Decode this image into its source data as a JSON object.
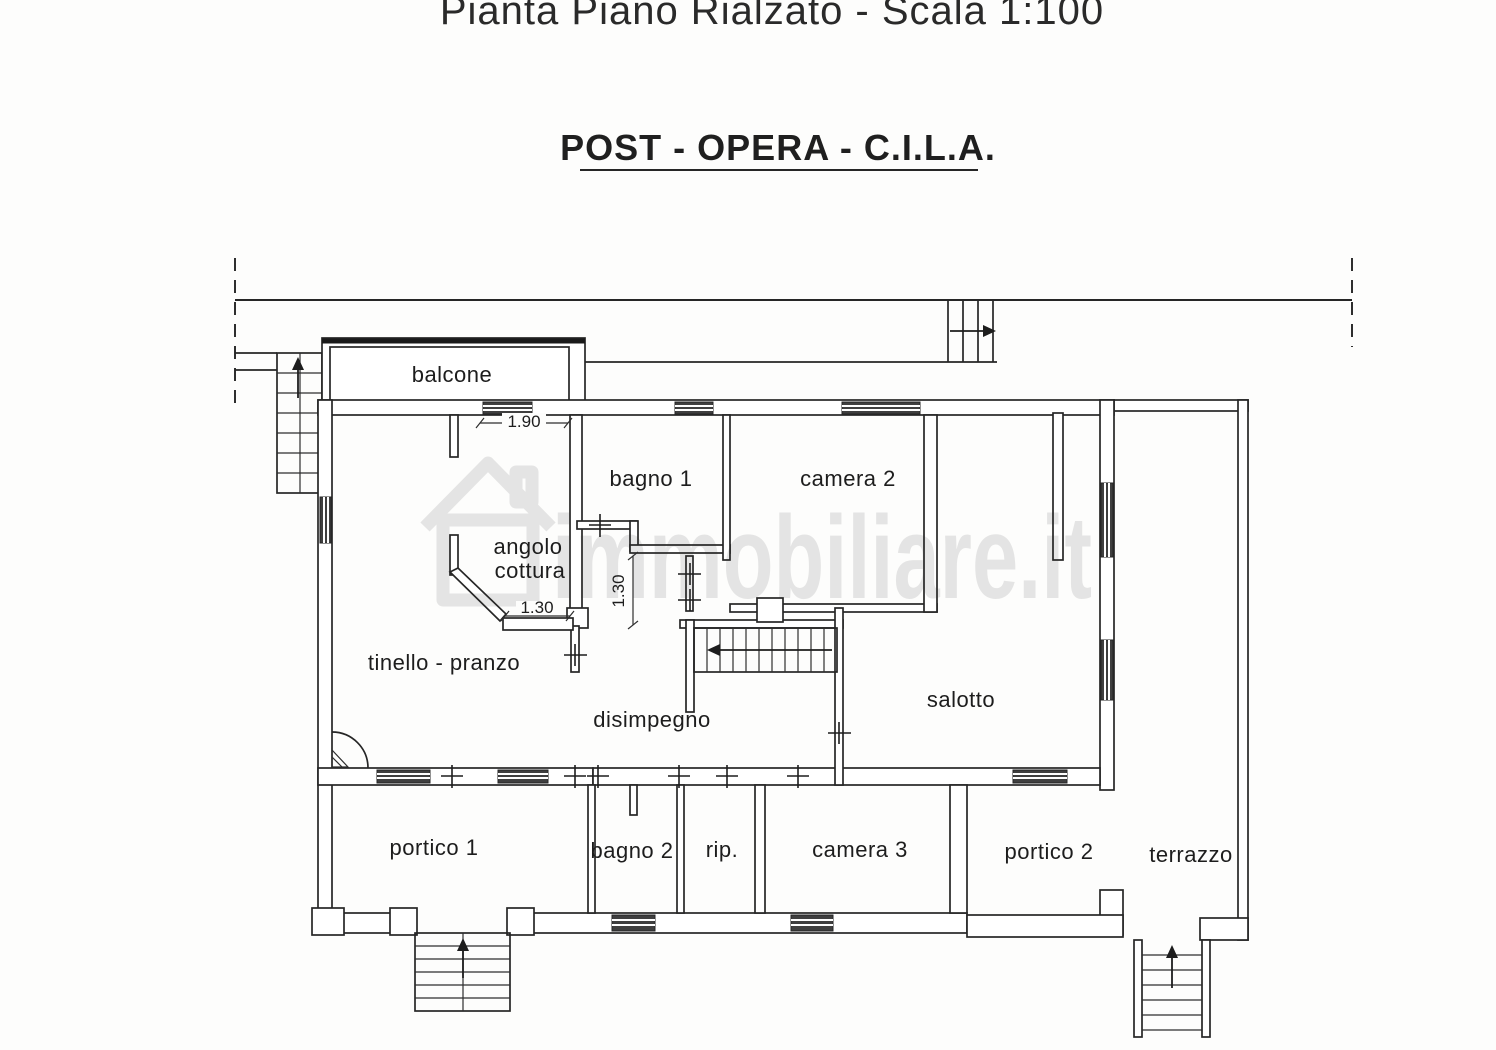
{
  "page": {
    "title_partial": "Pianta Piano Rialzato - Scala 1:100",
    "subtitle": "POST - OPERA - C.I.L.A."
  },
  "plan": {
    "rooms": {
      "balcone": "balcone",
      "bagno1": "bagno 1",
      "camera2": "camera 2",
      "angolo_cottura_line1": "angolo",
      "angolo_cottura_line2": "cottura",
      "tinello_pranzo": "tinello - pranzo",
      "disimpegno": "disimpegno",
      "salotto": "salotto",
      "portico1": "portico 1",
      "bagno2": "bagno 2",
      "ripostiglio": "rip.",
      "camera3": "camera 3",
      "portico2": "portico 2",
      "terrazzo": "terrazzo"
    },
    "dimensions": {
      "opening_190": "1.90",
      "opening_130_horizontal": "1.30",
      "opening_130_vertical": "1.30"
    }
  },
  "watermark": {
    "text": "immobiliare.it",
    "icon": "house-icon"
  },
  "colors": {
    "ink": "#262626",
    "paper": "#fdfdfc",
    "watermark_gray": "#303030"
  }
}
